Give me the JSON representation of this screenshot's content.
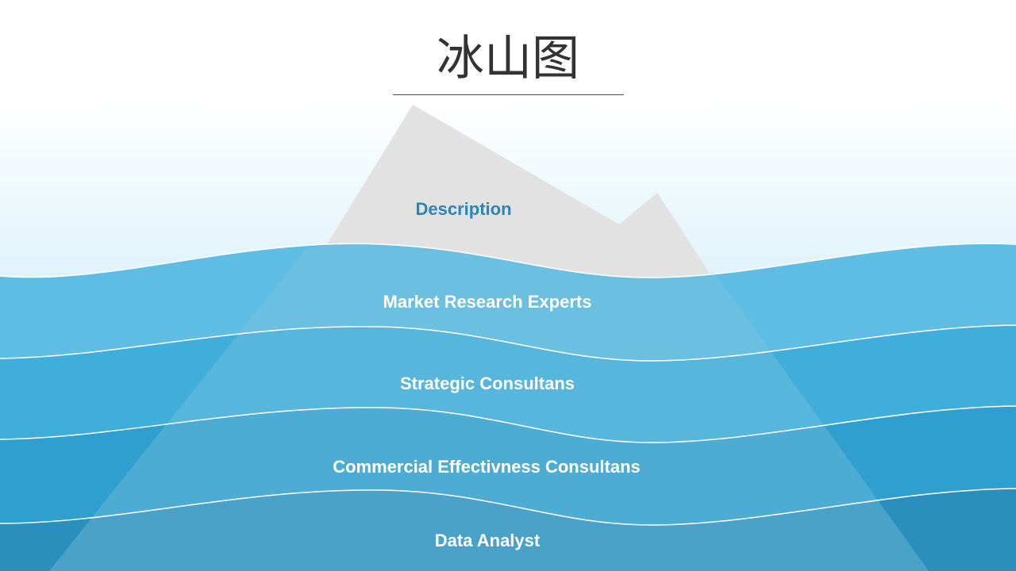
{
  "title": "冰山图",
  "iceberg": {
    "tip_label": "Description",
    "layers": [
      {
        "label": "Market Research Experts"
      },
      {
        "label": "Strategic Consultans"
      },
      {
        "label": "Commercial Effectivness Consultans"
      },
      {
        "label": "Data Analyst"
      }
    ]
  },
  "colors": {
    "sky_top": "#ffffff",
    "sky_bottom": "#a9dff3",
    "ice_tip": "#e2e2e2",
    "water_1": "#5fbde3",
    "water_2": "#40aedb",
    "water_3": "#2f9fcf",
    "water_4": "#2b8fbd",
    "ice_under": "#7fc2dc",
    "title_text": "#333333",
    "tip_text": "#2b86b6"
  }
}
